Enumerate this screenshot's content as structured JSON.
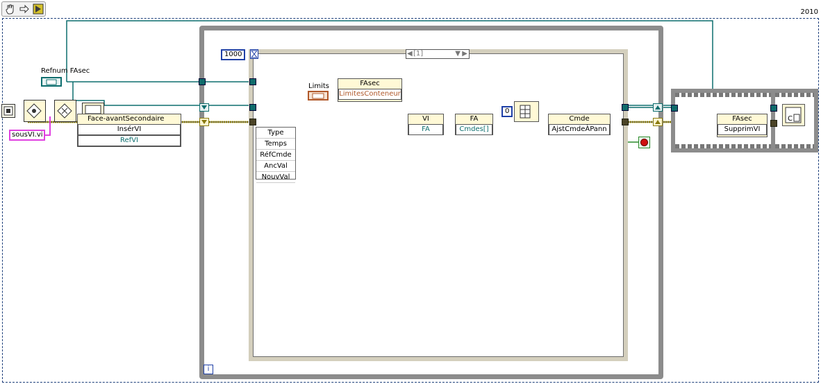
{
  "toolbar": {
    "icons": [
      "hand-icon",
      "arrow-icon",
      "run-icon"
    ]
  },
  "version_label": "2010",
  "refnum_label": "Refnum FAsec",
  "path_const": "sousVI.vi",
  "subpanel_node": {
    "title": "Face-avantSecondaire",
    "method": "InsérVI",
    "param": "RefVI"
  },
  "loop_count": "1000",
  "case_selector": "[1]",
  "limits_label": "Limits",
  "fasec_node": {
    "title": "FAsec",
    "prop": "LimitesConteneur"
  },
  "vi_node": {
    "title": "VI",
    "prop": "FA"
  },
  "fa_node": {
    "title": "FA",
    "prop": "Cmdes[]"
  },
  "index_const": "0",
  "cmde_node": {
    "title": "Cmde",
    "method": "AjstCmdeÀPann"
  },
  "event_fields": [
    "Type",
    "Temps",
    "RéfCmde",
    "AncVal",
    "NouvVal"
  ],
  "iteration_label": "i",
  "fasec2_node": {
    "title": "FAsec",
    "method": "SupprimVI"
  },
  "colors": {
    "ref_wire": "#0d6e6e",
    "error_wire": "#c8b400",
    "path_wire": "#e040e0",
    "numeric": "#1e3fa6"
  }
}
